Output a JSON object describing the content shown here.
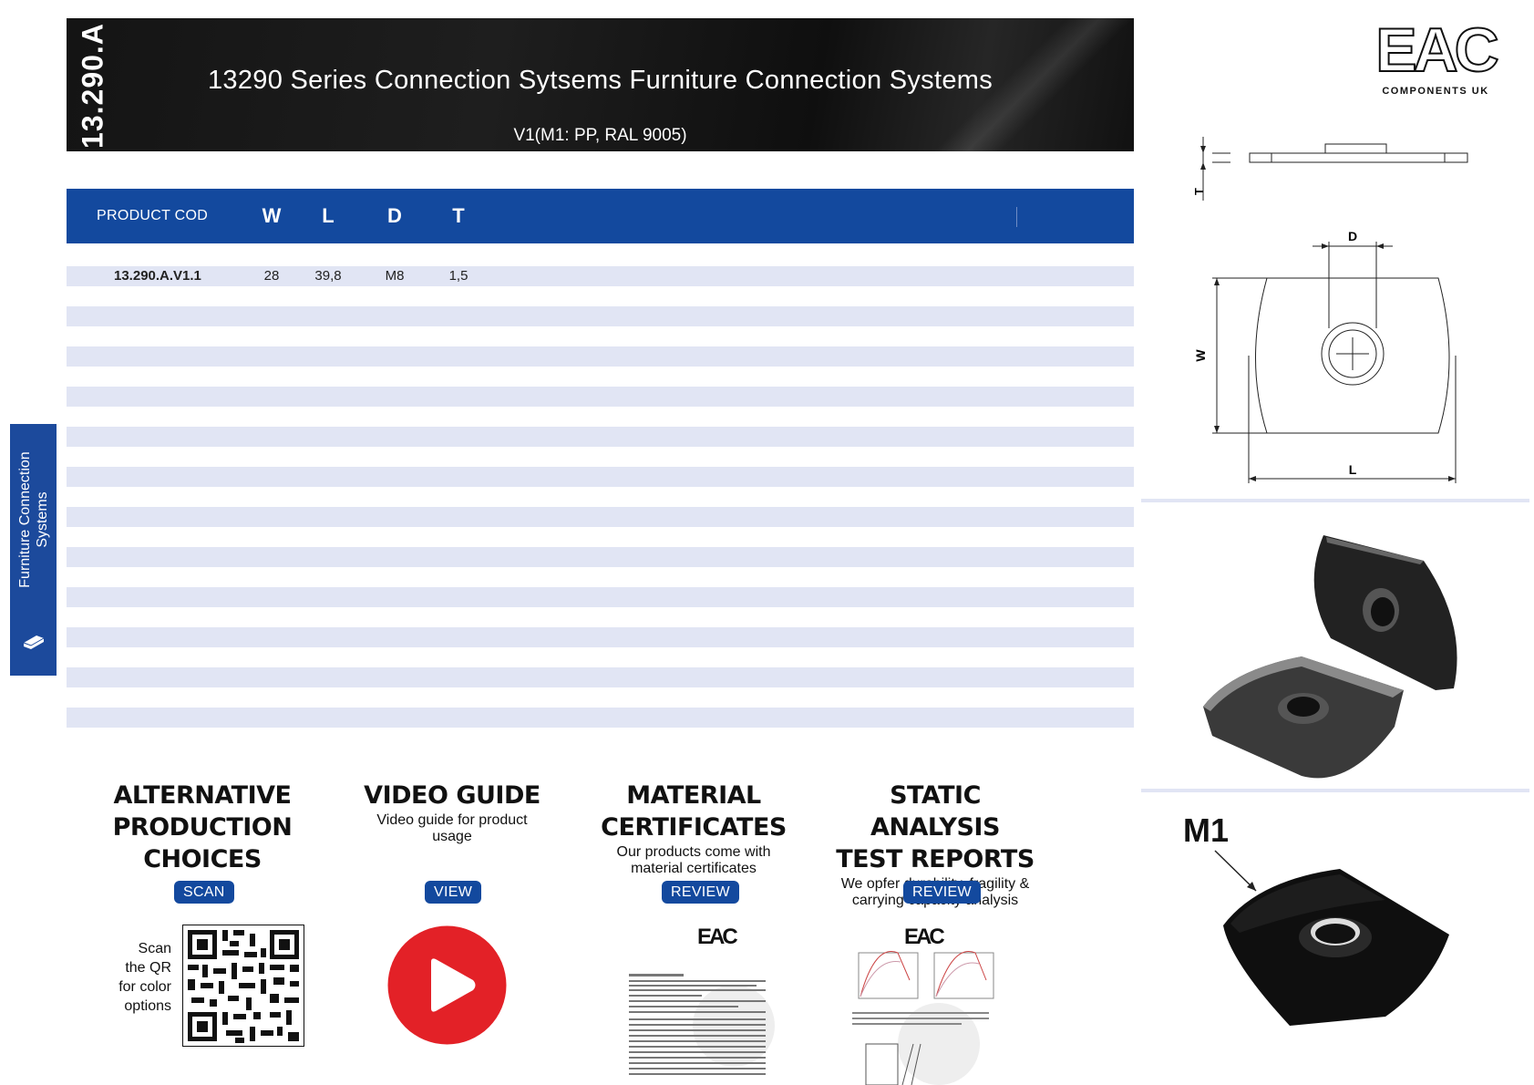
{
  "header": {
    "vertical_code": "13.290.A",
    "title": "13290 Series Connection Sytsems Furniture Connection Systems",
    "subtitle": "V1(M1: PP, RAL 9005)"
  },
  "logo": {
    "text": "EAC",
    "sub": "COMPONENTS UK"
  },
  "side_tab": {
    "label_line1": "Furniture Connection",
    "label_line2": "Systems",
    "icon": "connector-icon"
  },
  "table": {
    "headers": {
      "code": "PRODUCT COD",
      "w": "W",
      "l": "L",
      "d": "D",
      "t": "T"
    },
    "rows": [
      {
        "code": "13.290.A.V1.1",
        "w": "28",
        "l": "39,8",
        "d": "M8",
        "t": "1,5"
      }
    ]
  },
  "drawing": {
    "label_t": "T",
    "label_d": "D",
    "label_w": "W",
    "label_l": "L"
  },
  "variant_label": "M1",
  "sections": {
    "alternative": {
      "title_line1": "ALTERNATIVE",
      "title_line2": "PRODUCTION",
      "title_line3": "CHOICES",
      "button": "SCAN",
      "scan_line1": "Scan",
      "scan_line2": "the QR",
      "scan_line3": "for color",
      "scan_line4": "options"
    },
    "video": {
      "title": "VIDEO GUIDE",
      "desc_line1": "Video guide for product",
      "desc_line2": "usage",
      "button": "VIEW"
    },
    "material": {
      "title_line1": "MATERIAL",
      "title_line2": "CERTIFICATES",
      "desc_line1": "Our products come with",
      "desc_line2": "material certificates",
      "button": "REVIEW"
    },
    "static": {
      "title_line1": "STATIC ANALYSIS",
      "title_line2": "TEST REPORTS",
      "desc_line1": "We opfer durability, fragility &",
      "desc_line2": "carrying capacity analysis",
      "button": "REVIEW"
    }
  },
  "colors": {
    "brand_blue": "#13499e",
    "stripe": "#e1e5f4",
    "play_red": "#e32127"
  }
}
